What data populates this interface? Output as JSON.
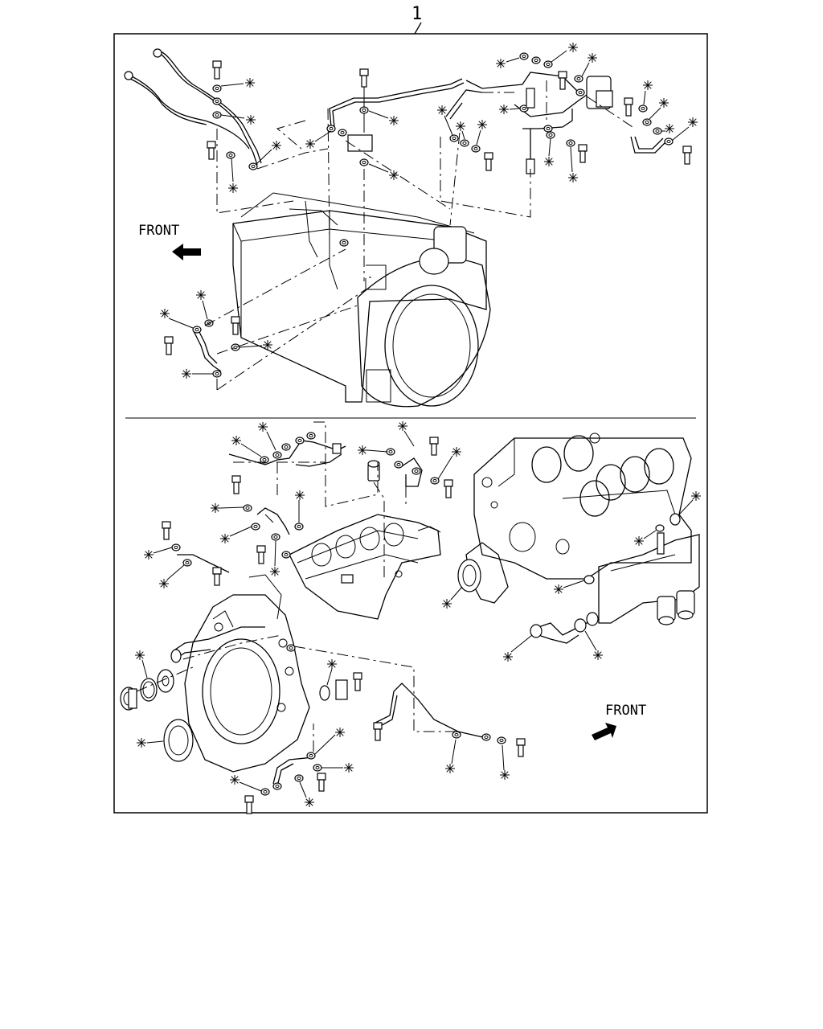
{
  "figure": {
    "callout_number": "1",
    "top_panel": {
      "direction_label": "FRONT"
    },
    "bottom_panel": {
      "direction_label": "FRONT"
    }
  },
  "icons": {
    "asterisk": "asterisk-marker-icon",
    "arrow": "front-direction-arrow-icon"
  }
}
